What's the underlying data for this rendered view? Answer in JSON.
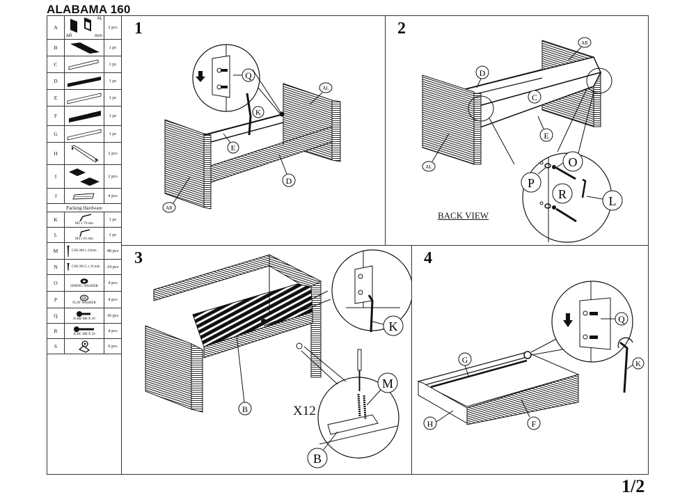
{
  "document": {
    "title": "ALABAMA 160",
    "page": "1/2"
  },
  "parts_list": {
    "panels": [
      {
        "id": "A",
        "qty": "2 pcs",
        "sub_labels": [
          "AR",
          "AL",
          "Arm"
        ]
      },
      {
        "id": "B",
        "qty": "1 pc"
      },
      {
        "id": "C",
        "qty": "1 pc"
      },
      {
        "id": "D",
        "qty": "1 pc"
      },
      {
        "id": "E",
        "qty": "1 pc"
      },
      {
        "id": "F",
        "qty": "1 pc"
      },
      {
        "id": "G",
        "qty": "1 pc"
      },
      {
        "id": "H",
        "qty": "2 pcs"
      },
      {
        "id": "I",
        "qty": "2 pcs"
      },
      {
        "id": "J",
        "qty": "4 pcs"
      }
    ],
    "hardware_heading": "Packing Hardware",
    "hardware": [
      {
        "id": "K",
        "desc": "M5 x 70 mm",
        "qty": "1 pc"
      },
      {
        "id": "L",
        "desc": "M4 x 65 mm",
        "qty": "1 pc"
      },
      {
        "id": "M",
        "desc": "CSK M4 x 32mm",
        "qty": "48 pcs"
      },
      {
        "id": "N",
        "desc": "CSK M3.5 x 16 mm",
        "qty": "24 pcs"
      },
      {
        "id": "O",
        "desc": "SPRING WASHER",
        "qty": "4 pcs"
      },
      {
        "id": "P",
        "desc": "FLAT WASHER",
        "qty": "4 pcs"
      },
      {
        "id": "Q",
        "desc": "JCBB M8 X 20",
        "qty": "16 pcs"
      },
      {
        "id": "R",
        "desc": "JCBC M8 X 50",
        "qty": "4 pcs"
      },
      {
        "id": "S",
        "desc": "",
        "qty": "6 pcs"
      }
    ]
  },
  "steps": [
    {
      "number": "1",
      "labels": {
        "q": "Q",
        "k": "K",
        "e": "E",
        "d": "D",
        "al": "AL",
        "ar": "AR"
      }
    },
    {
      "number": "2",
      "note": "BACK VIEW",
      "labels": {
        "d": "D",
        "c": "C",
        "e": "E",
        "al": "AL",
        "ar": "AR",
        "o": "O",
        "p": "P",
        "r": "R",
        "l": "L"
      }
    },
    {
      "number": "3",
      "multiplier": "X12",
      "labels": {
        "k": "K",
        "m": "M",
        "b1": "B",
        "b2": "B"
      }
    },
    {
      "number": "4",
      "labels": {
        "g": "G",
        "h": "H",
        "f": "F",
        "q": "Q",
        "k": "K"
      }
    }
  ],
  "colors": {
    "ink": "#111111",
    "frame": "#333333",
    "paper": "#ffffff"
  }
}
